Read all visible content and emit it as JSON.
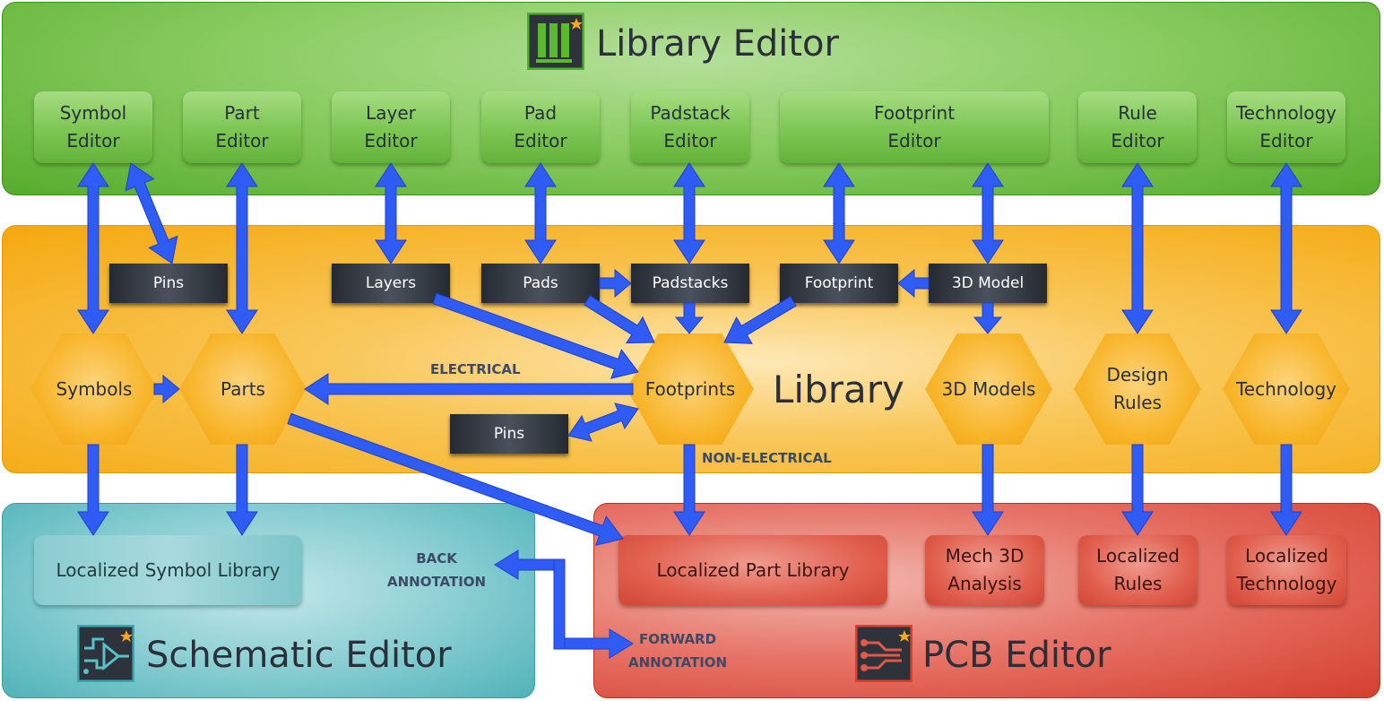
{
  "library_editor": {
    "title": "Library Editor",
    "tools": [
      {
        "id": "symbol-editor",
        "label": "Symbol\nEditor"
      },
      {
        "id": "part-editor",
        "label": "Part\nEditor"
      },
      {
        "id": "layer-editor",
        "label": "Layer\nEditor"
      },
      {
        "id": "pad-editor",
        "label": "Pad\nEditor"
      },
      {
        "id": "padstack-editor",
        "label": "Padstack\nEditor"
      },
      {
        "id": "footprint-editor",
        "label": "Footprint\nEditor"
      },
      {
        "id": "rule-editor",
        "label": "Rule\nEditor"
      },
      {
        "id": "technology-editor",
        "label": "Technology\nEditor"
      }
    ]
  },
  "library": {
    "title": "Library",
    "elements": [
      {
        "id": "pins-top",
        "label": "Pins"
      },
      {
        "id": "layers",
        "label": "Layers"
      },
      {
        "id": "pads",
        "label": "Pads"
      },
      {
        "id": "padstacks",
        "label": "Padstacks"
      },
      {
        "id": "footprint",
        "label": "Footprint"
      },
      {
        "id": "3d-model",
        "label": "3D Model"
      },
      {
        "id": "pins-bottom",
        "label": "Pins"
      }
    ],
    "objects": [
      {
        "id": "symbols",
        "label": "Symbols"
      },
      {
        "id": "parts",
        "label": "Parts"
      },
      {
        "id": "footprints",
        "label": "Footprints"
      },
      {
        "id": "3d-models",
        "label": "3D Models"
      },
      {
        "id": "design-rules",
        "label": "Design\nRules"
      },
      {
        "id": "technology",
        "label": "Technology"
      }
    ],
    "electrical_label": "ELECTRICAL",
    "non_electrical_label": "NON-ELECTRICAL"
  },
  "schematic_editor": {
    "title": "Schematic Editor",
    "localized_symbol_library": "Localized Symbol Library"
  },
  "pcb_editor": {
    "title": "PCB Editor",
    "outputs": [
      {
        "id": "localized-part-library",
        "label": "Localized Part Library"
      },
      {
        "id": "mech-3d-analysis",
        "label": "Mech 3D\nAnalysis"
      },
      {
        "id": "localized-rules",
        "label": "Localized\nRules"
      },
      {
        "id": "localized-technology",
        "label": "Localized\nTechnology"
      }
    ]
  },
  "annotations": {
    "back": "BACK\nANNOTATION",
    "forward": "FORWARD\nANNOTATION"
  },
  "colors": {
    "arrow": "#2f5cf5",
    "library_editor": "#7cc653",
    "library": "#f8b52a",
    "schematic": "#8bcfd3",
    "pcb": "#e1604f",
    "element": "#33383f",
    "text": "#2b2f3a"
  }
}
